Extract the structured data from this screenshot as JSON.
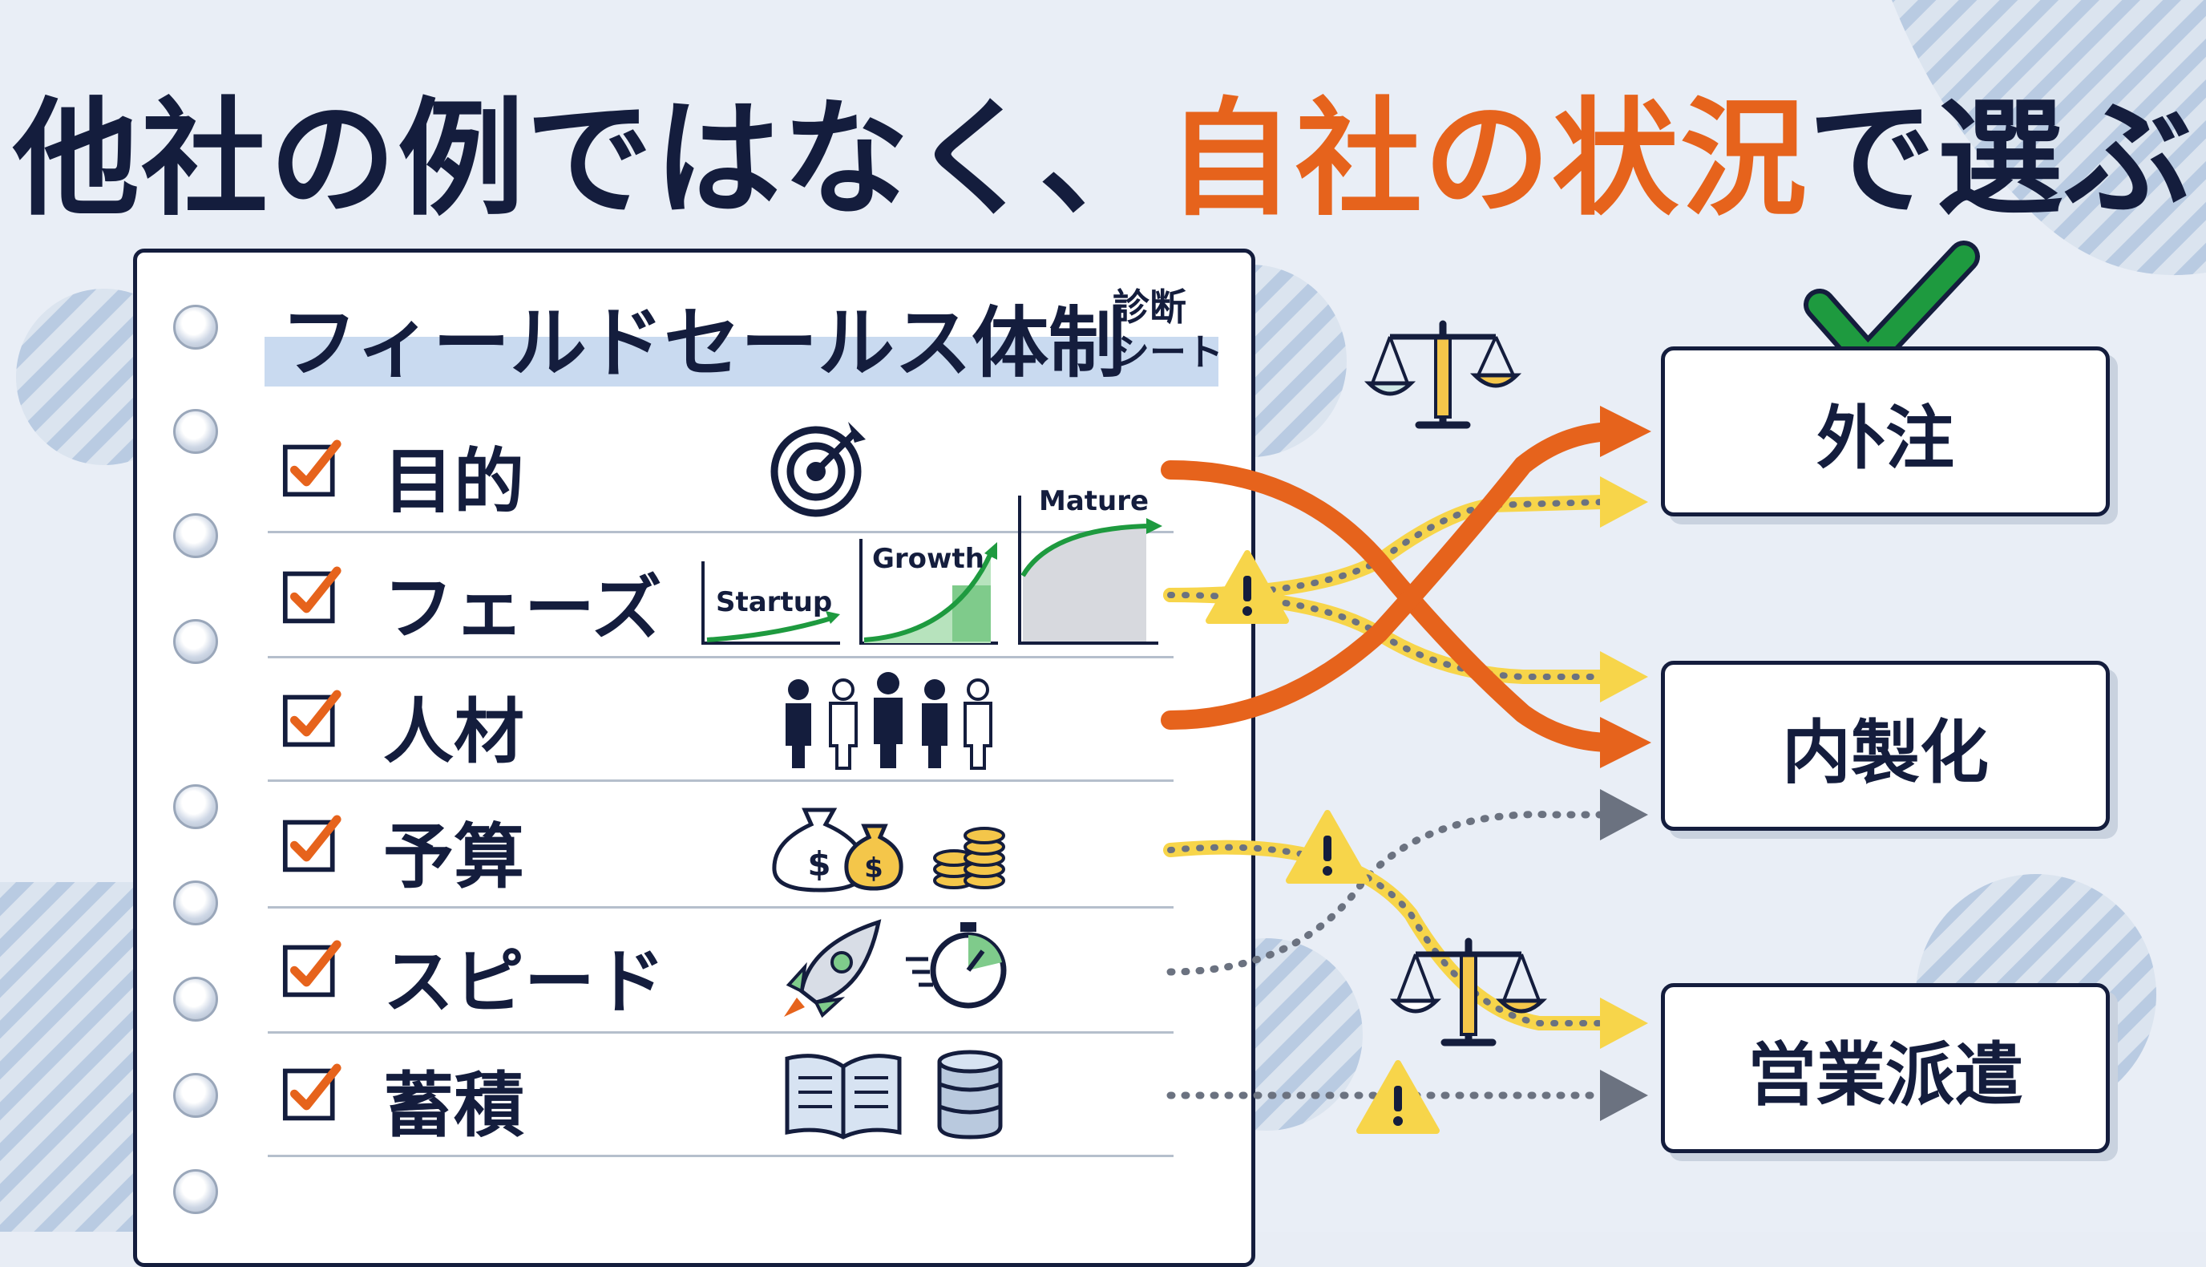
{
  "title": {
    "part1": "他社の例ではなく、",
    "highlight": "自社の状況",
    "part2": "で選ぶ"
  },
  "sheet": {
    "title": "フィールドセールス体制",
    "subtitle_line1": "診断",
    "subtitle_line2": "シート"
  },
  "criteria": [
    {
      "label": "目的",
      "icon": "target-icon"
    },
    {
      "label": "フェーズ",
      "icon": "phase-charts-icon"
    },
    {
      "label": "人材",
      "icon": "people-icon"
    },
    {
      "label": "予算",
      "icon": "money-icon"
    },
    {
      "label": "スピード",
      "icon": "speed-icon"
    },
    {
      "label": "蓄積",
      "icon": "knowledge-icon"
    }
  ],
  "phases": [
    "Startup",
    "Growth",
    "Mature"
  ],
  "options": [
    {
      "label": "外注",
      "selected": true
    },
    {
      "label": "内製化",
      "selected": false
    },
    {
      "label": "営業派遣",
      "selected": false
    }
  ],
  "colors": {
    "navy": "#141d3d",
    "orange": "#e6631c",
    "yellow": "#f7d54a",
    "gray": "#6b7280",
    "green": "#1e9a3f",
    "sheet_title_bg": "#c9daf0"
  }
}
